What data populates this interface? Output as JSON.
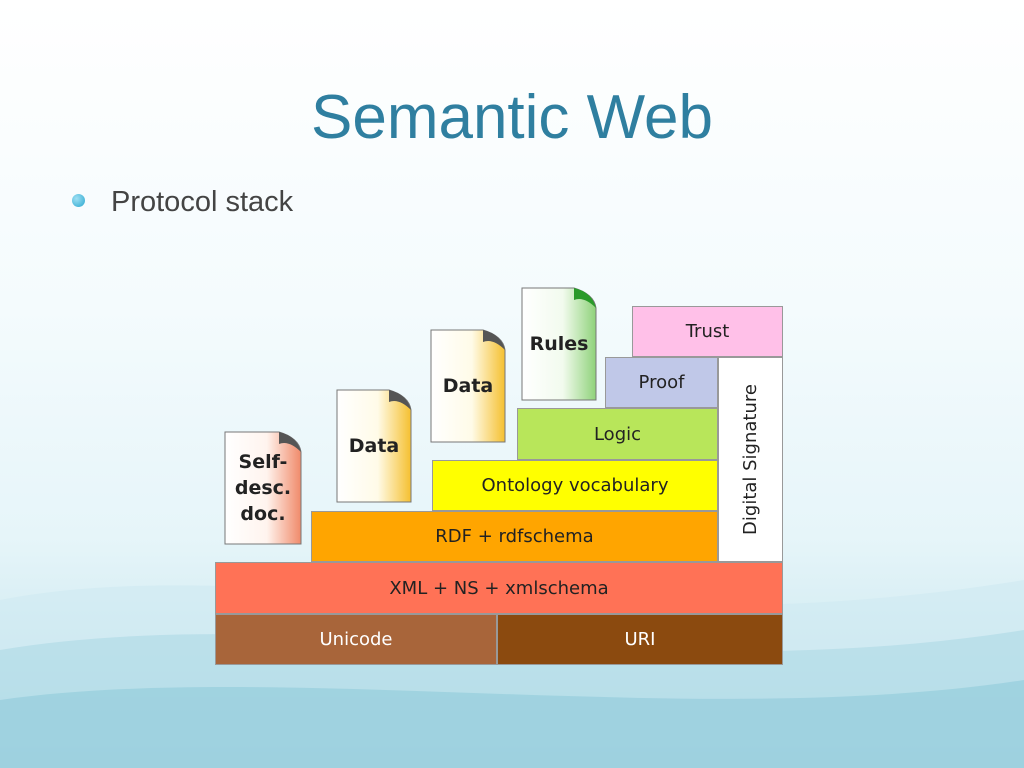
{
  "slide": {
    "title": "Semantic Web",
    "bullet": "Protocol stack"
  },
  "stack": {
    "unicode": "Unicode",
    "uri": "URI",
    "xml": "XML + NS + xmlschema",
    "rdf": "RDF + rdfschema",
    "ontology": "Ontology vocabulary",
    "logic": "Logic",
    "proof": "Proof",
    "trust": "Trust",
    "digital_signature": "Digital Signature"
  },
  "documents": {
    "self_desc": [
      "Self-",
      "desc.",
      "doc."
    ],
    "data1": "Data",
    "data2": "Data",
    "rules": "Rules"
  },
  "colors": {
    "title": "#2f7fa0",
    "unicode": "#a8653a",
    "uri": "#8b4a0f",
    "xml": "#ff7256",
    "rdf": "#ffa500",
    "ontology": "#ffff00",
    "logic": "#b8e65a",
    "proof": "#c0c8e8",
    "trust": "#ffc0e8"
  }
}
